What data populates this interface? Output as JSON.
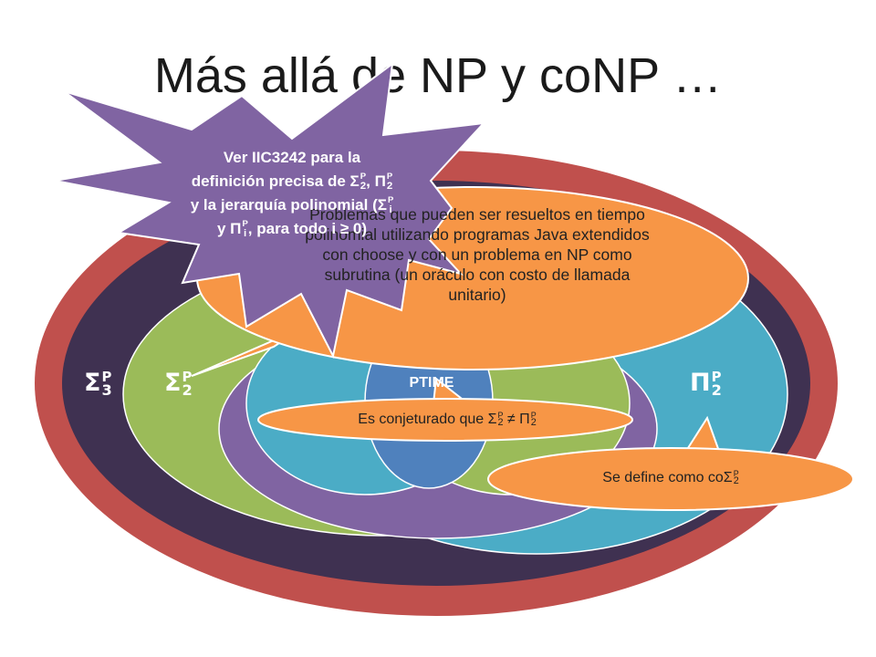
{
  "title": "Más allá de NP y coNP …",
  "labels": {
    "sigma3": {
      "base": "Σ",
      "sup": "P",
      "sub": "3"
    },
    "sigma2": {
      "base": "Σ",
      "sup": "P",
      "sub": "2"
    },
    "pi2": {
      "base": "Π",
      "sup": "P",
      "sub": "2"
    },
    "ptime": "PTIME"
  },
  "callouts": {
    "main_text": "Problemas que pueden ser resueltos en tiempo polinomial utilizando programas Java extendidos con choose y con un problema en NP como subrutina (un oráculo con costo de llamada unitario)",
    "conjecture_prefix": "Es conjeturado que Σ",
    "conjecture_neq": " ≠ Π",
    "conjecture_sub": "2",
    "conjecture_sup": "P",
    "definition_prefix": "Se define como coΣ",
    "definition_sub": "2",
    "definition_sup": "P"
  },
  "star": {
    "line1": "Ver IIC3242 para la",
    "line2_prefix": "definición precisa de Σ",
    "line2_mid": ", Π",
    "line3_prefix": "y la jerarquía polinomial (Σ",
    "line4_prefix": "y Π",
    "line4_suffix": ", para todo i ≥ 0)",
    "sub2": "2",
    "subi": "i",
    "sup": "P"
  },
  "colors": {
    "outer_red": "#c0504d",
    "dark_purple": "#3f3151",
    "green": "#9bbb59",
    "purple": "#8064a2",
    "teal": "#4bacc6",
    "blue": "#4f81bd",
    "orange_callout": "#f79646",
    "star_purple": "#8064a2"
  }
}
